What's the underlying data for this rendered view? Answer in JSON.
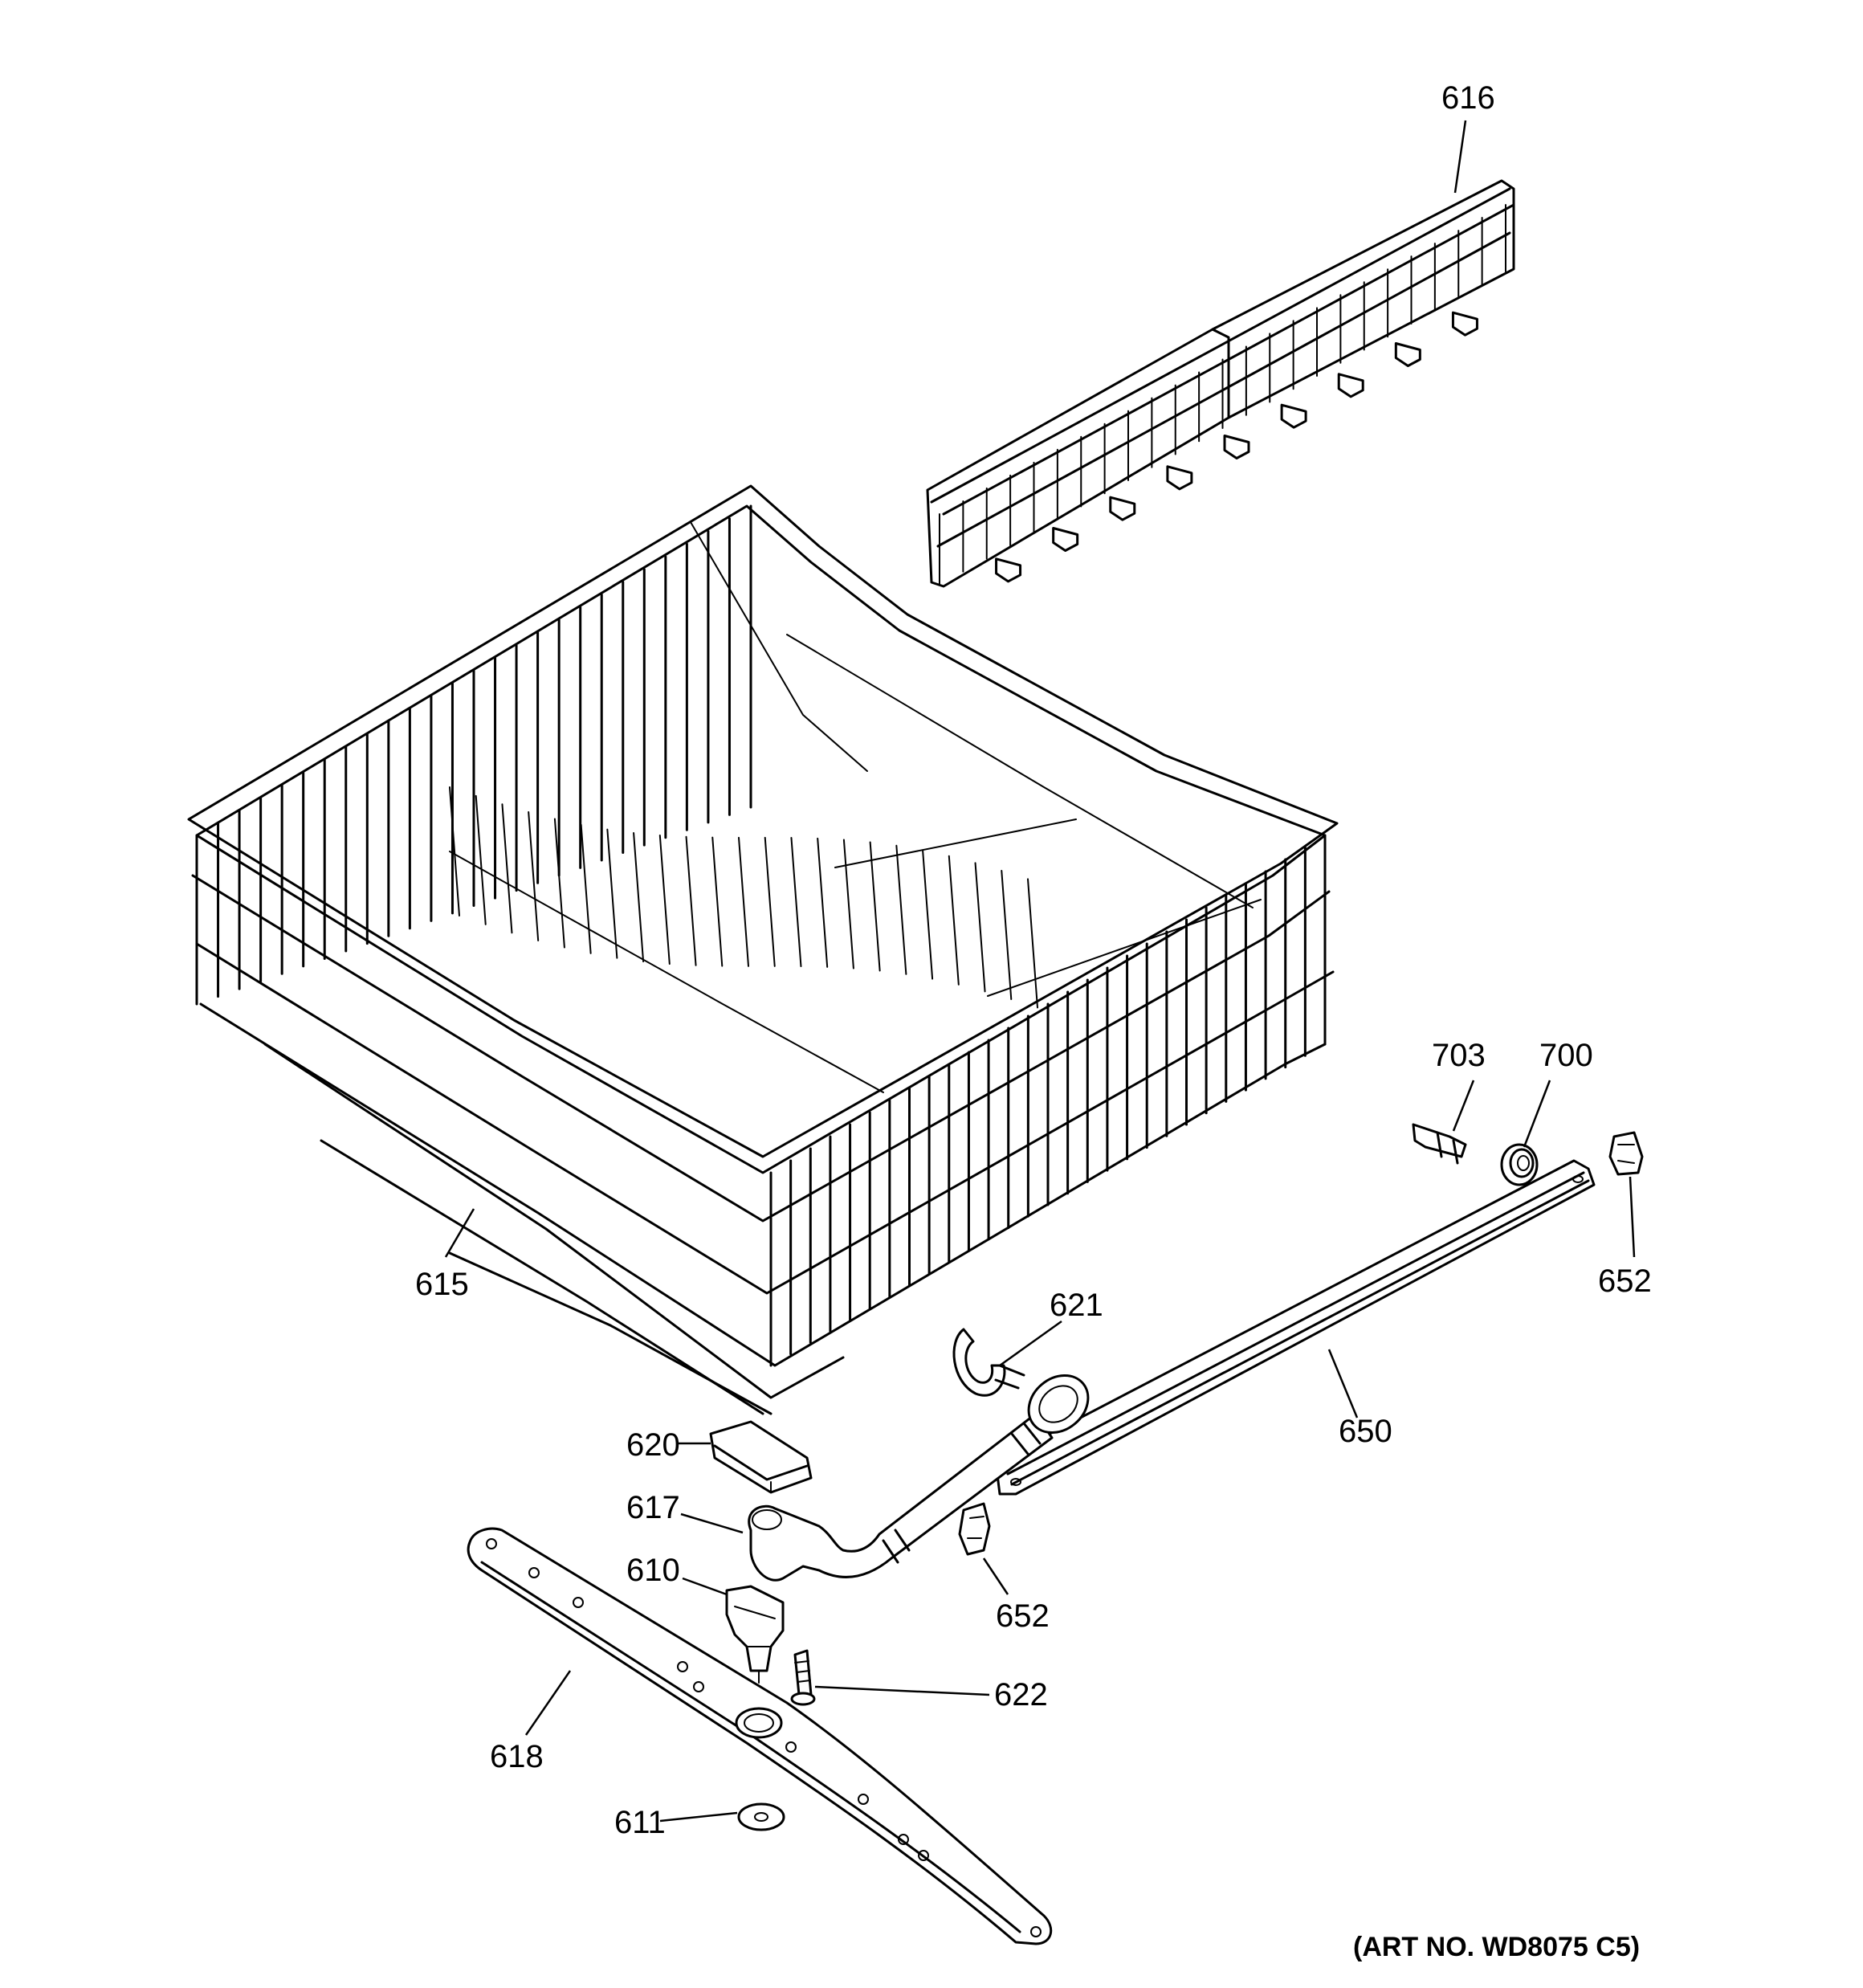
{
  "diagram": {
    "art_number": "(ART NO. WD8075 C5)",
    "parts": [
      {
        "id": "616",
        "label": "616",
        "name": "rack-track-rail"
      },
      {
        "id": "615",
        "label": "615",
        "name": "upper-rack"
      },
      {
        "id": "703",
        "label": "703",
        "name": "clip"
      },
      {
        "id": "700",
        "label": "700",
        "name": "roller"
      },
      {
        "id": "652a",
        "label": "652",
        "name": "end-cap-right"
      },
      {
        "id": "621",
        "label": "621",
        "name": "clamp"
      },
      {
        "id": "650",
        "label": "650",
        "name": "track"
      },
      {
        "id": "620",
        "label": "620",
        "name": "hinge-clip"
      },
      {
        "id": "617",
        "label": "617",
        "name": "feed-tube"
      },
      {
        "id": "652b",
        "label": "652",
        "name": "end-cap-left"
      },
      {
        "id": "610",
        "label": "610",
        "name": "spray-arm-mount"
      },
      {
        "id": "622",
        "label": "622",
        "name": "screw"
      },
      {
        "id": "618",
        "label": "618",
        "name": "spray-arm"
      },
      {
        "id": "611",
        "label": "611",
        "name": "washer"
      }
    ]
  }
}
